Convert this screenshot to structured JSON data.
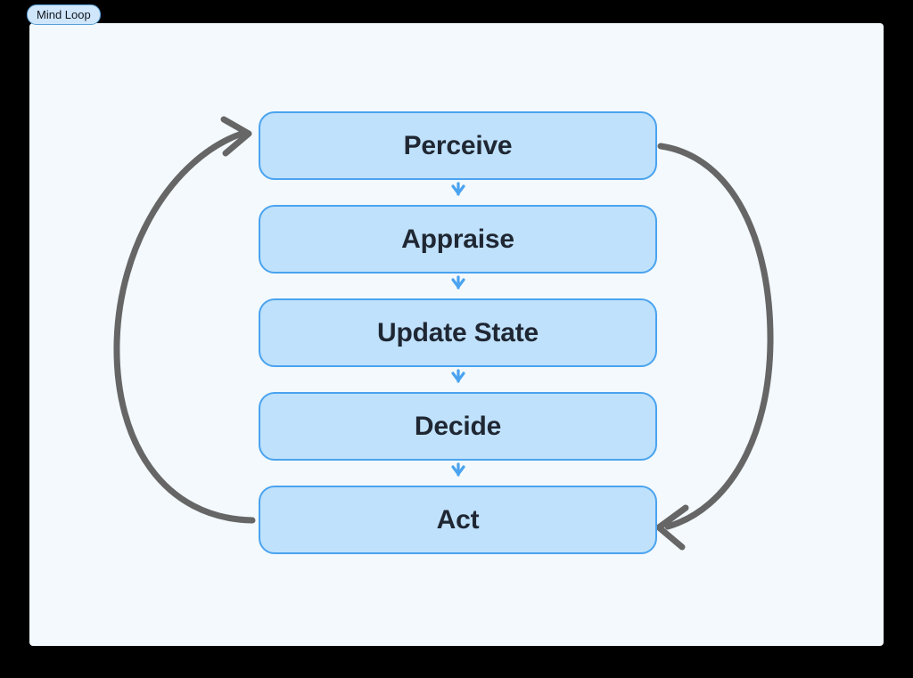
{
  "window": {
    "tab_label": "Mind Loop"
  },
  "colors": {
    "page_background": "#000000",
    "canvas_background": "#f3f9fc",
    "node_fill": "#bfe1fb",
    "node_border": "#4aa3ef",
    "node_text": "#1f2733",
    "step_arrow": "#4aa3ef",
    "loop_arrow": "#666666",
    "tab_fill": "#cfe6fb",
    "tab_border": "#5a9fd6"
  },
  "diagram": {
    "type": "cycle-flowchart",
    "title": "Mind Loop",
    "nodes": [
      {
        "id": "perceive",
        "label": "Perceive"
      },
      {
        "id": "appraise",
        "label": "Appraise"
      },
      {
        "id": "update-state",
        "label": "Update State"
      },
      {
        "id": "decide",
        "label": "Decide"
      },
      {
        "id": "act",
        "label": "Act"
      }
    ],
    "edges": [
      {
        "from": "perceive",
        "to": "appraise",
        "style": "straight-down-arrow"
      },
      {
        "from": "appraise",
        "to": "update-state",
        "style": "straight-down-arrow"
      },
      {
        "from": "update-state",
        "to": "decide",
        "style": "straight-down-arrow"
      },
      {
        "from": "decide",
        "to": "act",
        "style": "straight-down-arrow"
      },
      {
        "from": "perceive",
        "to": "act",
        "style": "right-curved-arrow"
      },
      {
        "from": "act",
        "to": "perceive",
        "style": "left-curved-arrow"
      }
    ]
  }
}
